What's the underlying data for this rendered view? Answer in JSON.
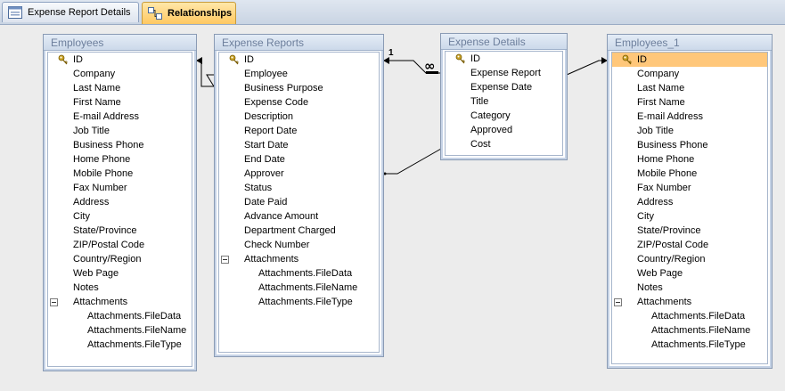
{
  "tabs": [
    {
      "label": "Expense Report Details",
      "active": false
    },
    {
      "label": "Relationships",
      "active": true
    }
  ],
  "tables": {
    "employees": {
      "title": "Employees",
      "fields": [
        "ID",
        "Company",
        "Last Name",
        "First Name",
        "E-mail Address",
        "Job Title",
        "Business Phone",
        "Home Phone",
        "Mobile Phone",
        "Fax Number",
        "Address",
        "City",
        "State/Province",
        "ZIP/Postal Code",
        "Country/Region",
        "Web Page",
        "Notes",
        "Attachments",
        "Attachments.FileData",
        "Attachments.FileName",
        "Attachments.FileType"
      ]
    },
    "expense_reports": {
      "title": "Expense Reports",
      "fields": [
        "ID",
        "Employee",
        "Business Purpose",
        "Expense Code",
        "Description",
        "Report Date",
        "Start Date",
        "End Date",
        "Approver",
        "Status",
        "Date Paid",
        "Advance Amount",
        "Department Charged",
        "Check Number",
        "Attachments",
        "Attachments.FileData",
        "Attachments.FileName",
        "Attachments.FileType"
      ]
    },
    "expense_details": {
      "title": "Expense Details",
      "fields": [
        "ID",
        "Expense Report",
        "Expense Date",
        "Title",
        "Category",
        "Approved",
        "Cost"
      ]
    },
    "employees_1": {
      "title": "Employees_1",
      "fields": [
        "ID",
        "Company",
        "Last Name",
        "First Name",
        "E-mail Address",
        "Job Title",
        "Business Phone",
        "Home Phone",
        "Mobile Phone",
        "Fax Number",
        "Address",
        "City",
        "State/Province",
        "ZIP/Postal Code",
        "Country/Region",
        "Web Page",
        "Notes",
        "Attachments",
        "Attachments.FileData",
        "Attachments.FileName",
        "Attachments.FileType"
      ]
    }
  },
  "relationship": {
    "one_label": "1",
    "many_label": "∞"
  },
  "colors": {
    "selected_row": "#ffc77a",
    "active_tab": "#ffc861",
    "key_icon": "#c9a227"
  }
}
